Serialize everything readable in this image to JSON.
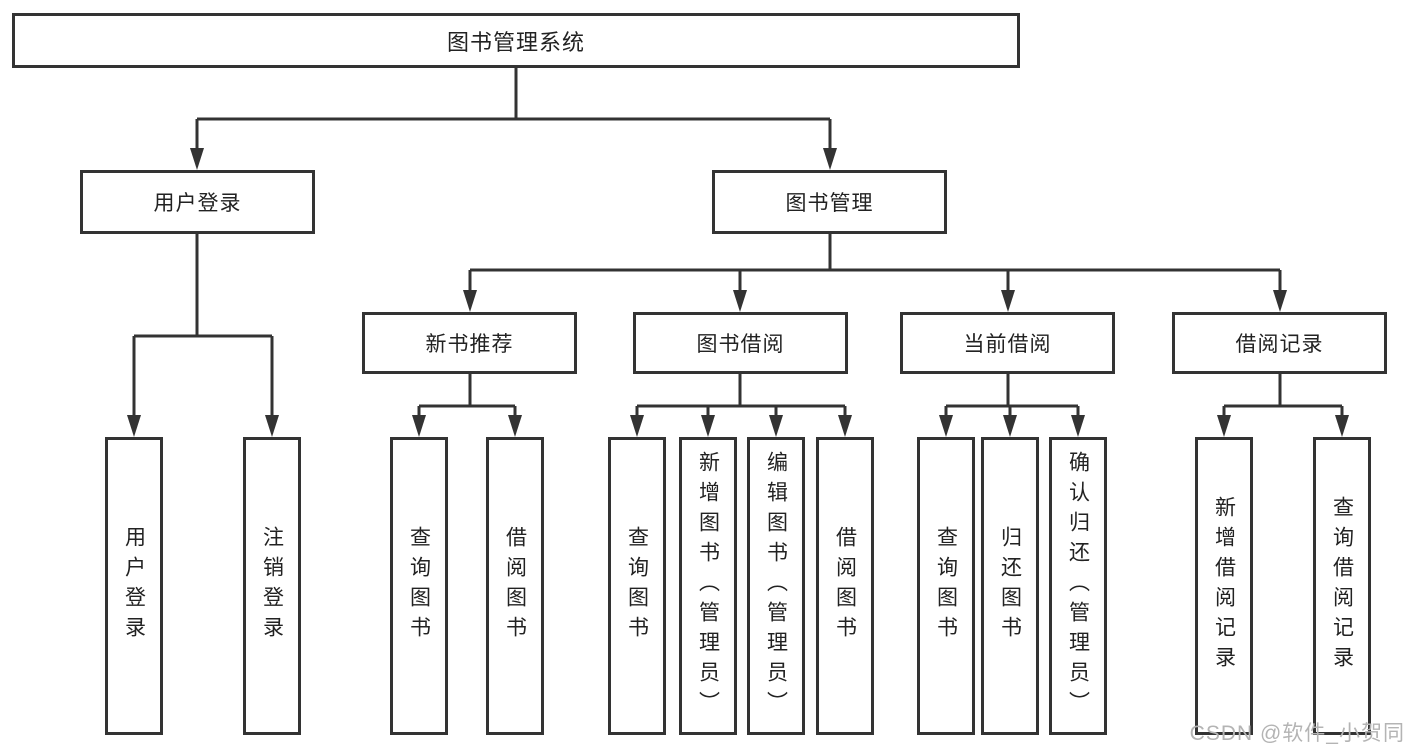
{
  "colors": {
    "line": "#333333",
    "text": "#222222",
    "watermark": "#b4b4b4",
    "background": "#ffffff"
  },
  "watermark": "CSDN @软件_小贺同学",
  "tree": {
    "root": "图书管理系统",
    "level1": {
      "user_login": "用户登录",
      "book_management": "图书管理"
    },
    "level2": {
      "new_book_recommendation": "新书推荐",
      "book_borrowing": "图书借阅",
      "current_borrowing": "当前借阅",
      "borrowing_records": "借阅记录"
    },
    "leaves": {
      "user_login": [
        "用户登录",
        "注销登录"
      ],
      "new_book_recommendation": [
        "查询图书",
        "借阅图书"
      ],
      "book_borrowing": [
        "查询图书",
        "新增图书（管理员）",
        "编辑图书（管理员）",
        "借阅图书"
      ],
      "current_borrowing": [
        "查询图书",
        "归还图书",
        "确认归还（管理员）"
      ],
      "borrowing_records": [
        "新增借阅记录",
        "查询借阅记录"
      ]
    }
  }
}
